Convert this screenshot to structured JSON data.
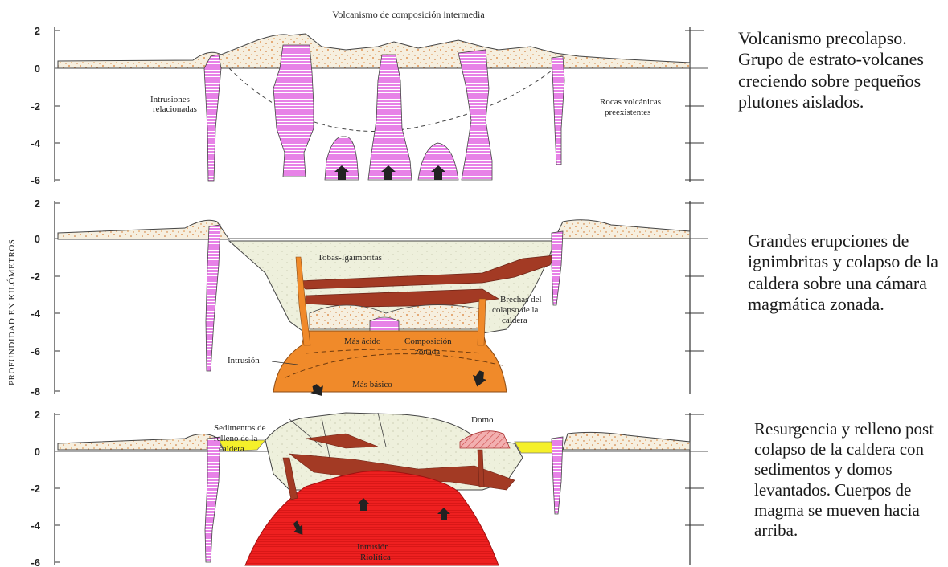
{
  "top_title": "Volcanismo de composición intermedia",
  "y_axis_label": "PROFUNDIDAD EN KILÓMETROS",
  "panels": [
    {
      "ticks": [
        "2",
        "0",
        "-2",
        "-4",
        "-6"
      ],
      "labels": {
        "intrusions": [
          "Intrusiones",
          "relacionadas"
        ],
        "preexisting": [
          "Rocas volcánicas",
          "preexistentes"
        ]
      },
      "caption": "Volcanismo precolapso. Grupo de estrato-volcanes creciendo sobre pequeños plutones aislados."
    },
    {
      "ticks": [
        "2",
        "0",
        "-2",
        "-4",
        "-6",
        "-8"
      ],
      "labels": {
        "tuffs": "Tobas-Igaimbritas",
        "breccias": [
          "Brechas del",
          "colapso de la",
          "caldera"
        ],
        "acid": "Más ácido",
        "zoned": [
          "Composición",
          "zonada"
        ],
        "intrusion": "Intrusión",
        "basic": "Más básico"
      },
      "caption": "Grandes erupciones de ignimbritas y colapso de la caldera sobre una cámara magmática zonada."
    },
    {
      "ticks": [
        "2",
        "0",
        "-2",
        "-4",
        "-6"
      ],
      "labels": {
        "sediments": [
          "Sedimentos de",
          "relleno de la",
          "caldera"
        ],
        "dome": "Domo",
        "rhyolitic": [
          "Intrusión",
          "Riolítica"
        ]
      },
      "caption": "Resurgencia y relleno post colapso de la caldera con sedimentos y domos levantados. Cuerpos de magma se mueven hacia arriba."
    }
  ],
  "colors": {
    "tuff": "#eef0dc",
    "dike": "#e06be0",
    "breccia": "#a33a24",
    "chamber": "#f08a2a",
    "rhyolite": "#ee1c1c",
    "sediment": "#f5f02a",
    "dome": "#f0a6a6"
  }
}
